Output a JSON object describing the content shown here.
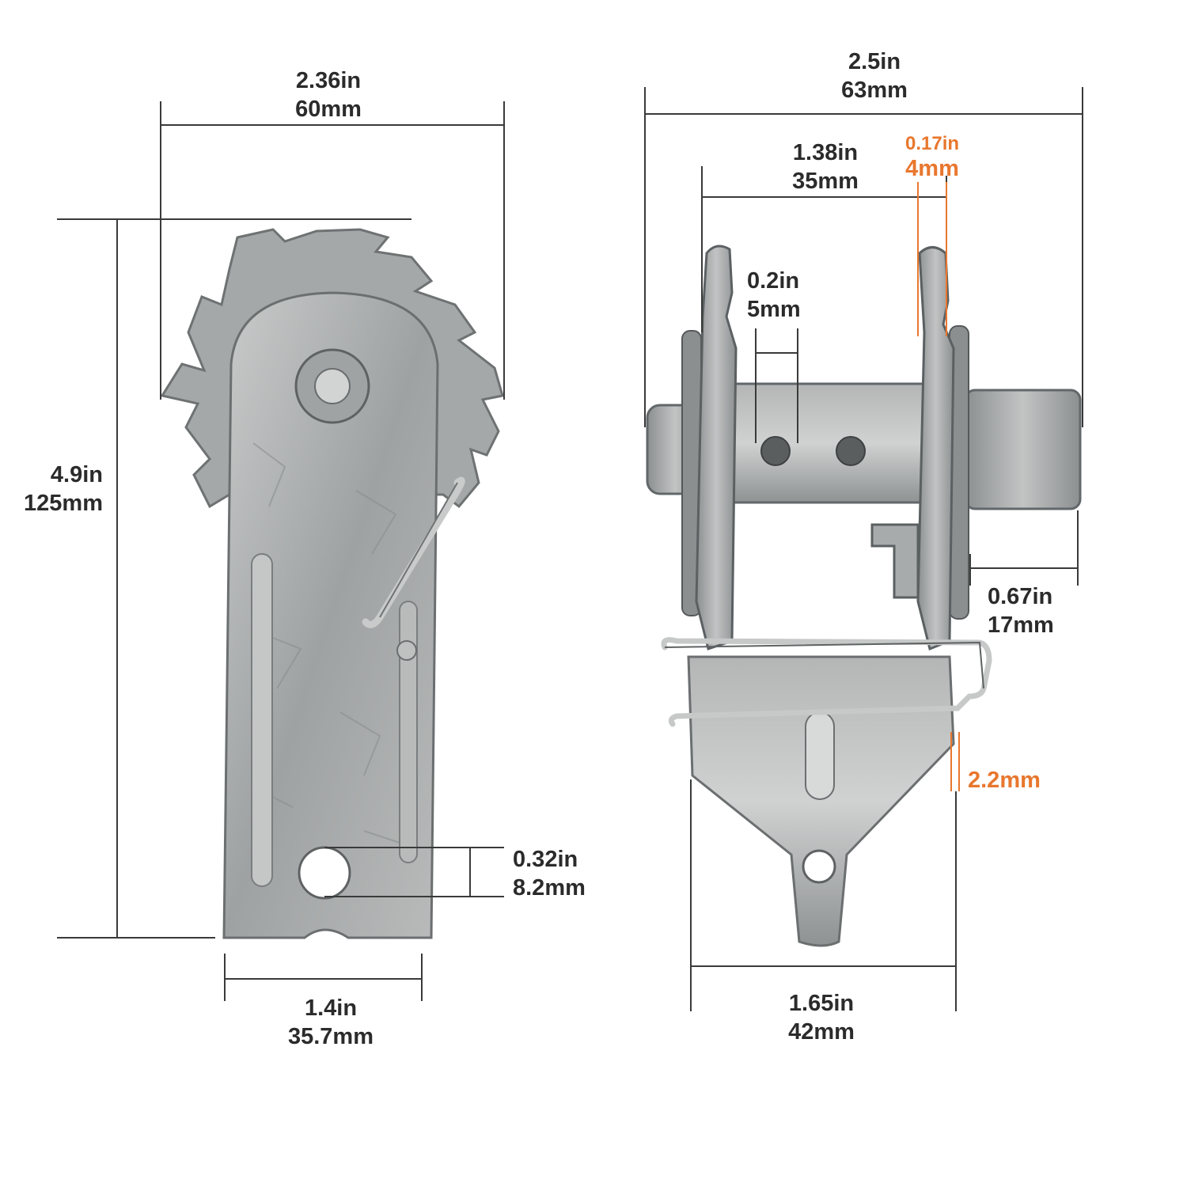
{
  "colors": {
    "line": "#3a3a3a",
    "accent": "#e8772e",
    "text": "#2b2b2b",
    "metal": "#a9abab"
  },
  "left_view": {
    "width": {
      "in": "2.36in",
      "mm": "60mm"
    },
    "height": {
      "in": "4.9in",
      "mm": "125mm"
    },
    "hole": {
      "in": "0.32in",
      "mm": "8.2mm"
    },
    "base": {
      "in": "1.4in",
      "mm": "35.7mm"
    }
  },
  "right_view": {
    "total_width": {
      "in": "2.5in",
      "mm": "63mm"
    },
    "inner_width": {
      "in": "1.38in",
      "mm": "35mm"
    },
    "plate_thickness": {
      "in": "0.17in",
      "mm": "4mm"
    },
    "pin_hole": {
      "in": "0.2in",
      "mm": "5mm"
    },
    "hub_end": {
      "in": "0.67in",
      "mm": "17mm"
    },
    "sheet_thickness": {
      "mm": "2.2mm"
    },
    "base_width": {
      "in": "1.65in",
      "mm": "42mm"
    }
  }
}
